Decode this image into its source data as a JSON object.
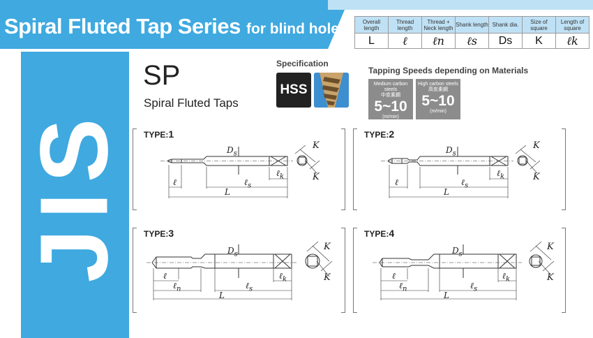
{
  "header": {
    "title": "Spiral Fluted Tap Series",
    "subtitle": "for blind hole"
  },
  "legend": {
    "headers": [
      "Overall length",
      "Thread length",
      "Thread + Neck length",
      "Shank length",
      "Shank dia.",
      "Size of square",
      "Length of square"
    ],
    "symbols": [
      "L",
      "ℓ",
      "ℓn",
      "ℓs",
      "Ds",
      "K",
      "ℓk"
    ]
  },
  "side_label": "JIS",
  "product": {
    "code": "SP",
    "name": "Spiral Fluted Taps"
  },
  "specification": {
    "label": "Specification",
    "material": "HSS"
  },
  "tapping_speeds": {
    "label": "Tapping Speeds depending on Materials",
    "items": [
      {
        "material_en": "Medium carbon steels",
        "material_jp": "中炭素鋼",
        "value": "5~10",
        "unit": "(m/min)"
      },
      {
        "material_en": "High carbon steels",
        "material_jp": "高炭素鋼",
        "value": "5~10",
        "unit": "(m/min)"
      }
    ]
  },
  "types": [
    {
      "label": "TYPE:",
      "number": "1"
    },
    {
      "label": "TYPE:",
      "number": "2"
    },
    {
      "label": "TYPE:",
      "number": "3"
    },
    {
      "label": "TYPE:",
      "number": "4"
    }
  ],
  "dims": {
    "ds": "D",
    "ds_sub": "s",
    "l": "ℓ",
    "ln": "ℓ",
    "ln_sub": "n",
    "ls": "ℓ",
    "ls_sub": "s",
    "lk": "ℓ",
    "lk_sub": "k",
    "L": "L",
    "K": "K"
  },
  "colors": {
    "brand_blue": "#3fa9e0",
    "light_blue": "#bfe1f5",
    "speed_gray": "#8c8c8c"
  }
}
